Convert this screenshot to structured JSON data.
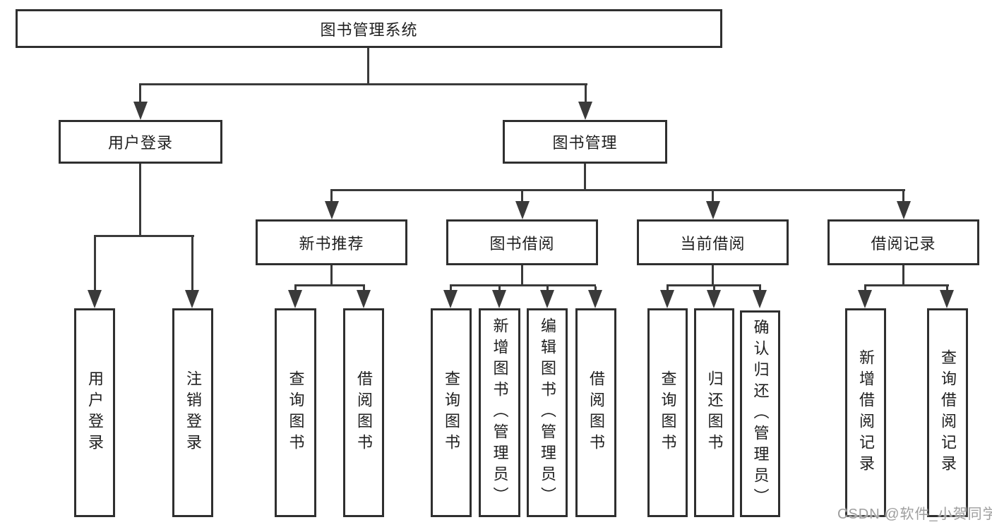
{
  "page": {
    "background": "#ffffff",
    "line_color": "#3a3a3a",
    "box_border_color": "#2f2f2f",
    "text_color": "#1f1f1f",
    "watermark_color": "#9e9e9e"
  },
  "watermark": {
    "text": "CSDN @软件_小贺同学"
  },
  "nodes": {
    "root": {
      "label": "图书管理系统"
    },
    "user_login": {
      "label": "用户登录"
    },
    "book_mgmt": {
      "label": "图书管理"
    },
    "new_book_rec": {
      "label": "新书推荐"
    },
    "book_borrow": {
      "label": "图书借阅"
    },
    "current_borrow": {
      "label": "当前借阅"
    },
    "borrow_records": {
      "label": "借阅记录"
    },
    "leaves": {
      "u1": {
        "label": "用户登录"
      },
      "u2": {
        "label": "注销登录"
      },
      "nb1": {
        "label": "查询图书"
      },
      "nb2": {
        "label": "借阅图书"
      },
      "bb1": {
        "label": "查询图书"
      },
      "bb2": {
        "label": "新增图书（管理员）"
      },
      "bb3": {
        "label": "编辑图书（管理员）"
      },
      "bb4": {
        "label": "借阅图书"
      },
      "cb1": {
        "label": "查询图书"
      },
      "cb2": {
        "label": "归还图书"
      },
      "cb3": {
        "label": "确认归还（管理员）"
      },
      "br1": {
        "label": "新增借阅记录"
      },
      "br2": {
        "label": "查询借阅记录"
      }
    }
  },
  "hierarchy": {
    "label": "图书管理系统",
    "children": [
      {
        "label": "用户登录",
        "children": [
          "用户登录",
          "注销登录"
        ]
      },
      {
        "label": "图书管理",
        "children": [
          {
            "label": "新书推荐",
            "children": [
              "查询图书",
              "借阅图书"
            ]
          },
          {
            "label": "图书借阅",
            "children": [
              "查询图书",
              "新增图书（管理员）",
              "编辑图书（管理员）",
              "借阅图书"
            ]
          },
          {
            "label": "当前借阅",
            "children": [
              "查询图书",
              "归还图书",
              "确认归还（管理员）"
            ]
          },
          {
            "label": "借阅记录",
            "children": [
              "新增借阅记录",
              "查询借阅记录"
            ]
          }
        ]
      }
    ]
  }
}
